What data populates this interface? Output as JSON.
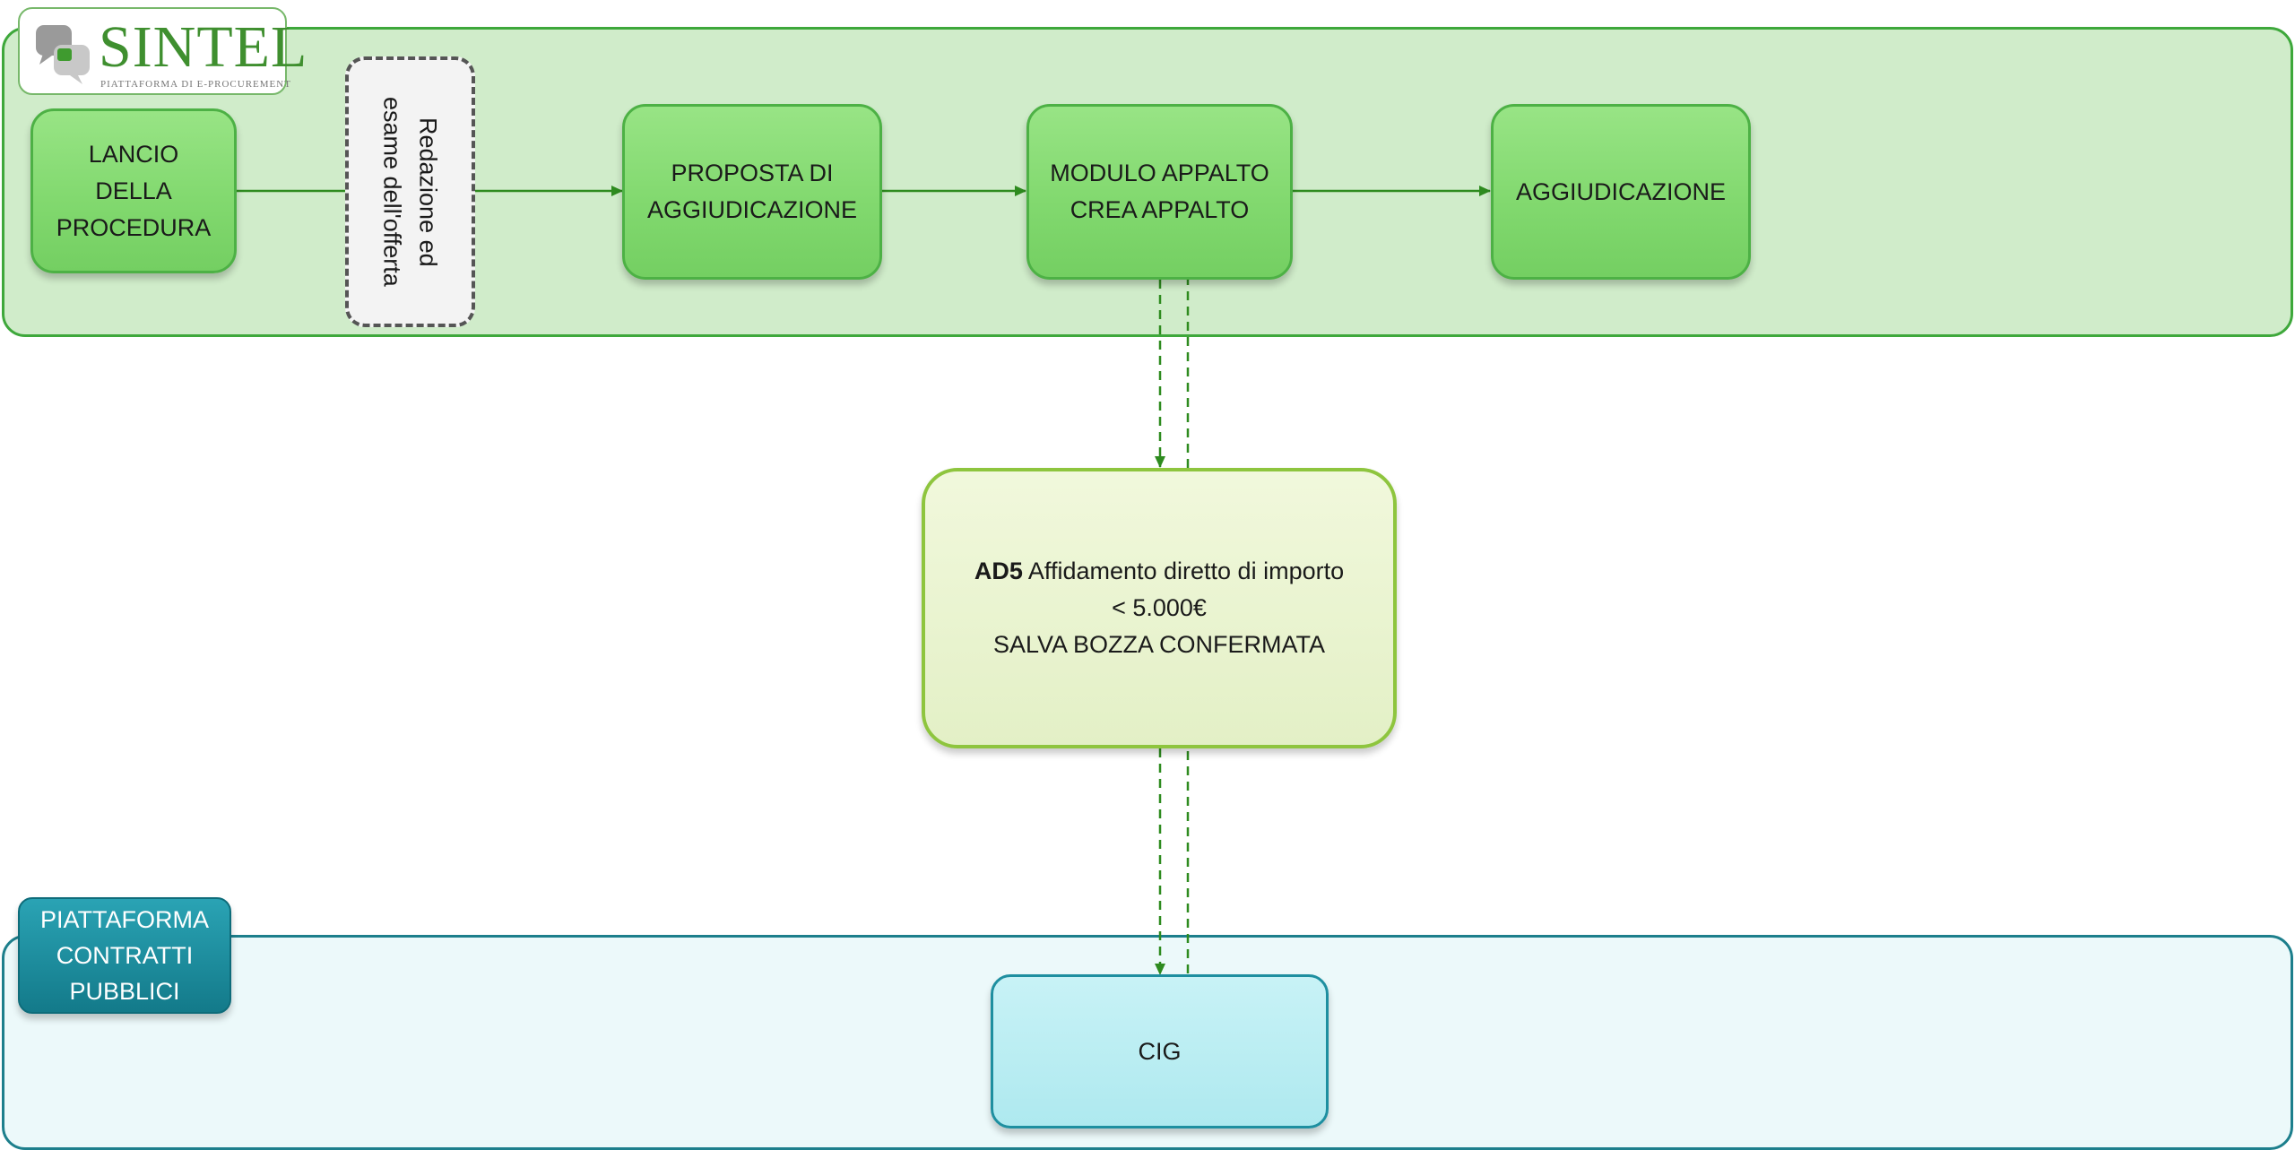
{
  "logo": {
    "name": "SINTEL",
    "subtitle": "PIATTAFORMA DI E-PROCUREMENT"
  },
  "top_flow": {
    "lancio": "LANCIO\nDELLA\nPROCEDURA",
    "redazione": "Redazione ed\nesame dell'offerta",
    "proposta": "PROPOSTA DI\nAGGIUDICAZIONE",
    "modulo": "MODULO APPALTO\nCREA APPALTO",
    "aggiudicazione": "AGGIUDICAZIONE"
  },
  "middle": {
    "code": "AD5",
    "description": " Affidamento diretto di importo",
    "amount": "< 5.000€",
    "action": "SALVA BOZZA CONFERMATA"
  },
  "bottom_lane": {
    "label": "PIATTAFORMA\nCONTRATTI\nPUBBLICI",
    "cig": "CIG"
  },
  "colors": {
    "top_lane_fill": "#d0ecca",
    "top_lane_border": "#3ea83b",
    "step_fill": "#82d96f",
    "bottom_lane_fill": "#ecf9fa",
    "bottom_lane_border": "#1d7f8c",
    "connector": "#2e8b1f"
  }
}
